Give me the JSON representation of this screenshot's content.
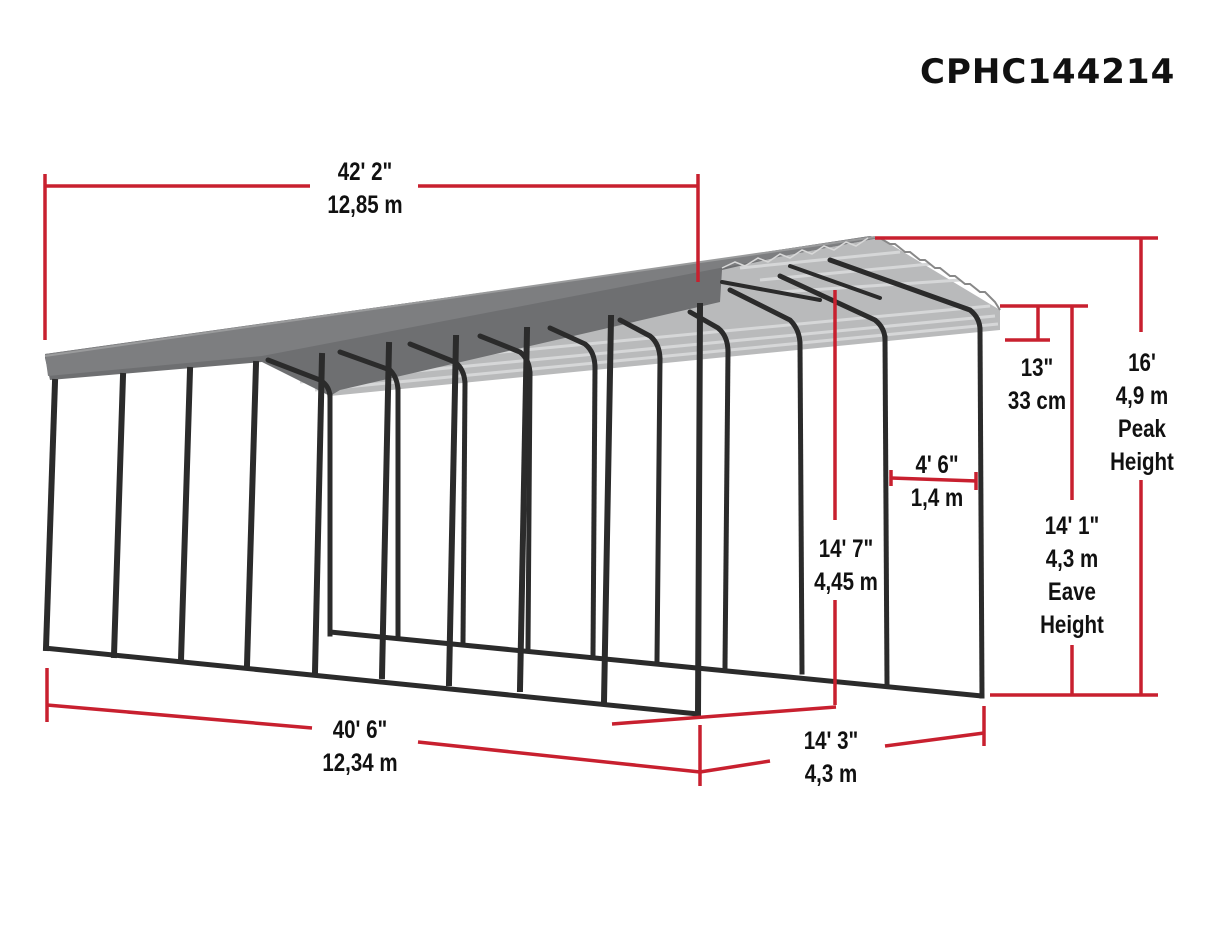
{
  "header": {
    "model_number": "CPHC144214"
  },
  "colors": {
    "dimension_line": "#c8202f",
    "frame": "#2b2b2b",
    "roof_outer": "#6e6f71",
    "roof_inner": "#b9babb",
    "text": "#111111"
  },
  "dimensions": {
    "roof_length": {
      "imperial": "42' 2\"",
      "metric": "12,85 m"
    },
    "base_length": {
      "imperial": "40' 6\"",
      "metric": "12,34 m"
    },
    "base_width": {
      "imperial": "14' 3\"",
      "metric": "4,3 m"
    },
    "roof_overhang": {
      "imperial": "13\"",
      "metric": "33 cm"
    },
    "peak_height": {
      "imperial": "16'",
      "metric": "4,9 m",
      "label_line1": "Peak",
      "label_line2": "Height"
    },
    "eave_height": {
      "imperial": "14' 1\"",
      "metric": "4,3 m",
      "label_line1": "Eave",
      "label_line2": "Height"
    },
    "clearance_height": {
      "imperial": "14' 7\"",
      "metric": "4,45 m"
    },
    "post_spacing": {
      "imperial": "4' 6\"",
      "metric": "1,4 m"
    }
  }
}
